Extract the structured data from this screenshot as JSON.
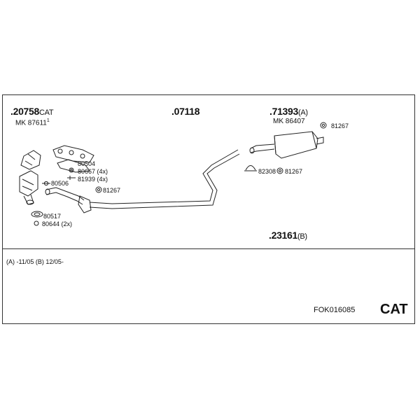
{
  "parts": {
    "p20758": {
      "number": ".20758",
      "suffix": "CAT"
    },
    "mk87611": {
      "text": "MK  87611",
      "sup": "1"
    },
    "p07118": {
      "number": ".07118"
    },
    "p71393": {
      "number": ".71393",
      "suffix": "(A)"
    },
    "mk86407": {
      "text": "MK  86407"
    },
    "p23161": {
      "number": ".23161",
      "suffix": "(B)"
    }
  },
  "small_parts": {
    "s80504": "80504",
    "s80667": "80667 (4x)",
    "s81939": "81939 (4x)",
    "s80506": "80506",
    "s81267a": "81267",
    "s80517": "80517",
    "s80644": "80644 (2x)",
    "s81267b": "81267",
    "s82308": "82308",
    "s81267c": "81267"
  },
  "footnote": "(A) -11/05 (B) 12/05-",
  "kit_code": "FOK016085",
  "category": "CAT"
}
